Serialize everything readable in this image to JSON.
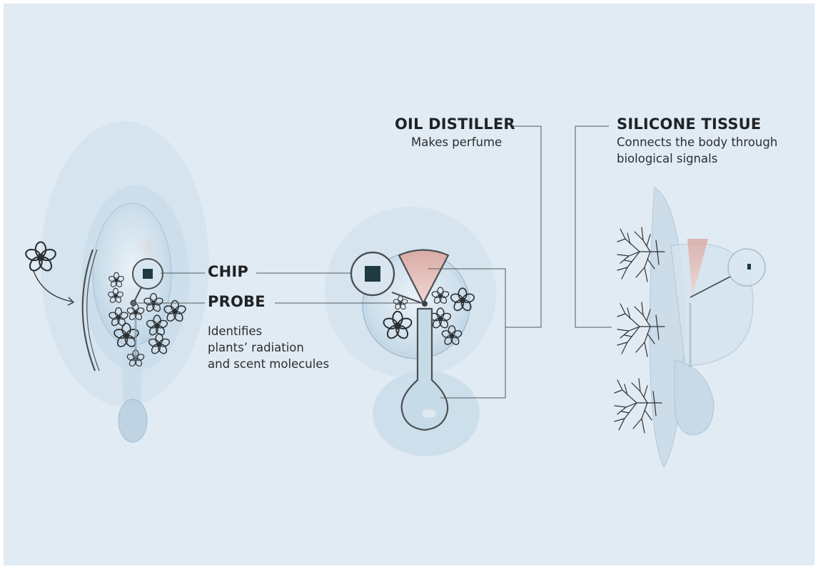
{
  "labels": {
    "oil_distiller": {
      "title": "OIL DISTILLER",
      "desc": "Makes perfume"
    },
    "silicone_tissue": {
      "title": "SILICONE TISSUE",
      "desc_line1": "Connects the body through",
      "desc_line2": "biological signals"
    },
    "chip": {
      "title": "CHIP"
    },
    "probe": {
      "title": "PROBE",
      "desc_line1": "Identifies",
      "desc_line2": "plants’ radiation",
      "desc_line3": "and scent molecules"
    }
  },
  "colors": {
    "background": "#e1ebf3",
    "line": "#555a5e",
    "glass": "#c9dcea",
    "cone": "#e8c9c4",
    "chip": "#1f3a40"
  },
  "icons": [
    "flower-icon",
    "chip-icon",
    "plant-root-icon",
    "perfume-drop-icon"
  ]
}
